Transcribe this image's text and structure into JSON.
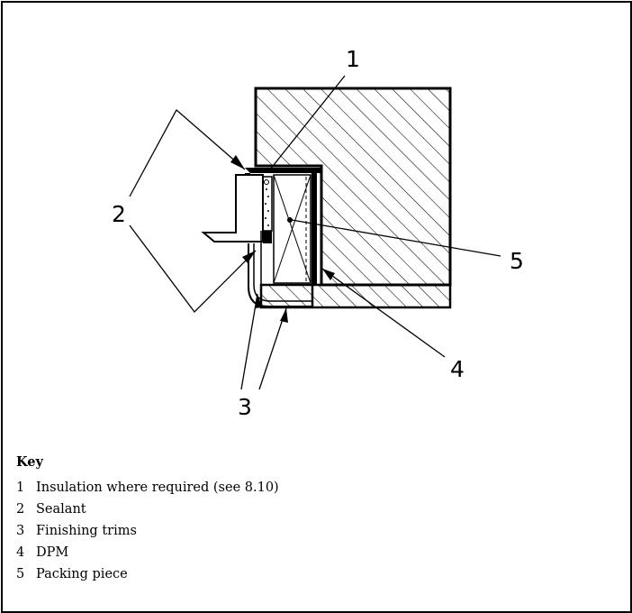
{
  "callouts": {
    "c1": "1",
    "c2": "2",
    "c3": "3",
    "c4": "4",
    "c5": "5"
  },
  "key": {
    "title": "Key",
    "items": [
      {
        "num": "1",
        "text": "Insulation where required (see 8.10)"
      },
      {
        "num": "2",
        "text": "Sealant"
      },
      {
        "num": "3",
        "text": "Finishing trims"
      },
      {
        "num": "4",
        "text": "DPM"
      },
      {
        "num": "5",
        "text": "Packing piece"
      }
    ]
  }
}
